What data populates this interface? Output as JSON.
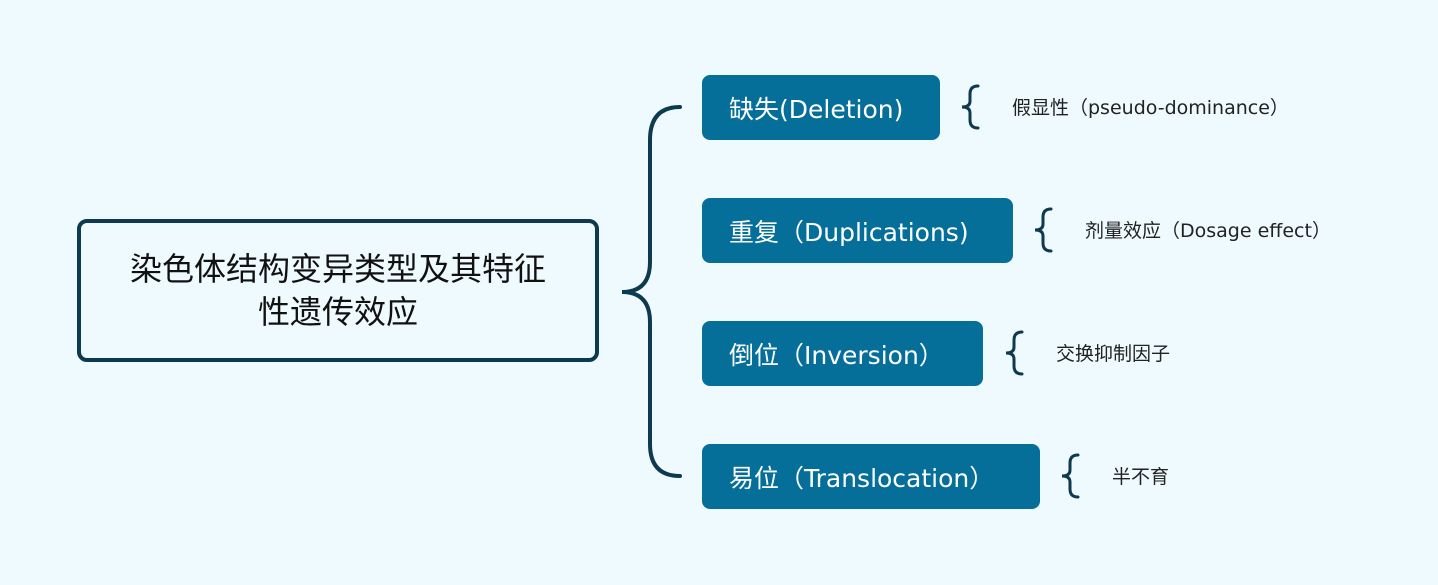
{
  "root": {
    "title": "染色体结构变异类型及其特征性遗传效应"
  },
  "branches": [
    {
      "label": "缺失(Deletion)",
      "note": "假显性（pseudo-dominance）"
    },
    {
      "label": "重复（Duplications)",
      "note": "剂量效应（Dosage effect）"
    },
    {
      "label": "倒位（Inversion）",
      "note": "交换抑制因子"
    },
    {
      "label": "易位（Translocation）",
      "note": "半不育"
    }
  ],
  "colors": {
    "background": "#effafe",
    "node_fill": "#056f9a",
    "line": "#0d3a4e"
  }
}
